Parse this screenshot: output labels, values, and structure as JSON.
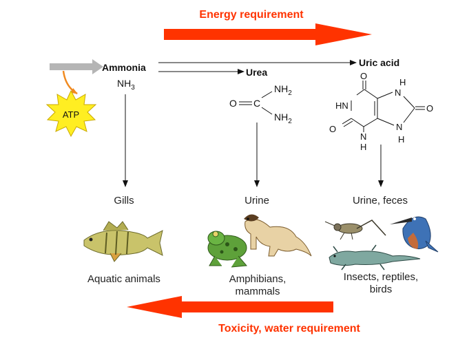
{
  "top_banner": {
    "label": "Energy requirement",
    "color": "#ff3300"
  },
  "bottom_banner": {
    "label": "Toxicity, water requirement",
    "color": "#ff3300"
  },
  "atp": {
    "label": "ATP",
    "color": "#ffee22"
  },
  "compounds": {
    "ammonia": {
      "name": "Ammonia",
      "formula_main": "NH",
      "formula_sub": "3"
    },
    "urea": {
      "name": "Urea",
      "o_label": "O",
      "c_label": "C",
      "nh2_top": "NH",
      "nh2_top_sub": "2",
      "nh2_bottom": "NH",
      "nh2_bottom_sub": "2"
    },
    "uric_acid": {
      "name": "Uric acid",
      "atoms": {
        "o_top": "O",
        "o_left": "O",
        "o_right": "O",
        "hn_left": "HN",
        "n_left_bottom": "N",
        "h_left_bottom": "H",
        "n_right_top": "N",
        "h_right_top": "H",
        "n_right_bottom": "N",
        "h_right_bottom": "H"
      }
    }
  },
  "excretion": {
    "gills": "Gills",
    "urine": "Urine",
    "urine_feces": "Urine, feces"
  },
  "groups": {
    "aquatic": "Aquatic animals",
    "amphibians_line1": "Amphibians,",
    "amphibians_line2": "mammals",
    "insects_line1": "Insects, reptiles,",
    "insects_line2": "birds"
  },
  "animals": [
    "fish-icon",
    "frog-icon",
    "ferret-icon",
    "cricket-icon",
    "kingfisher-icon",
    "lizard-icon"
  ]
}
